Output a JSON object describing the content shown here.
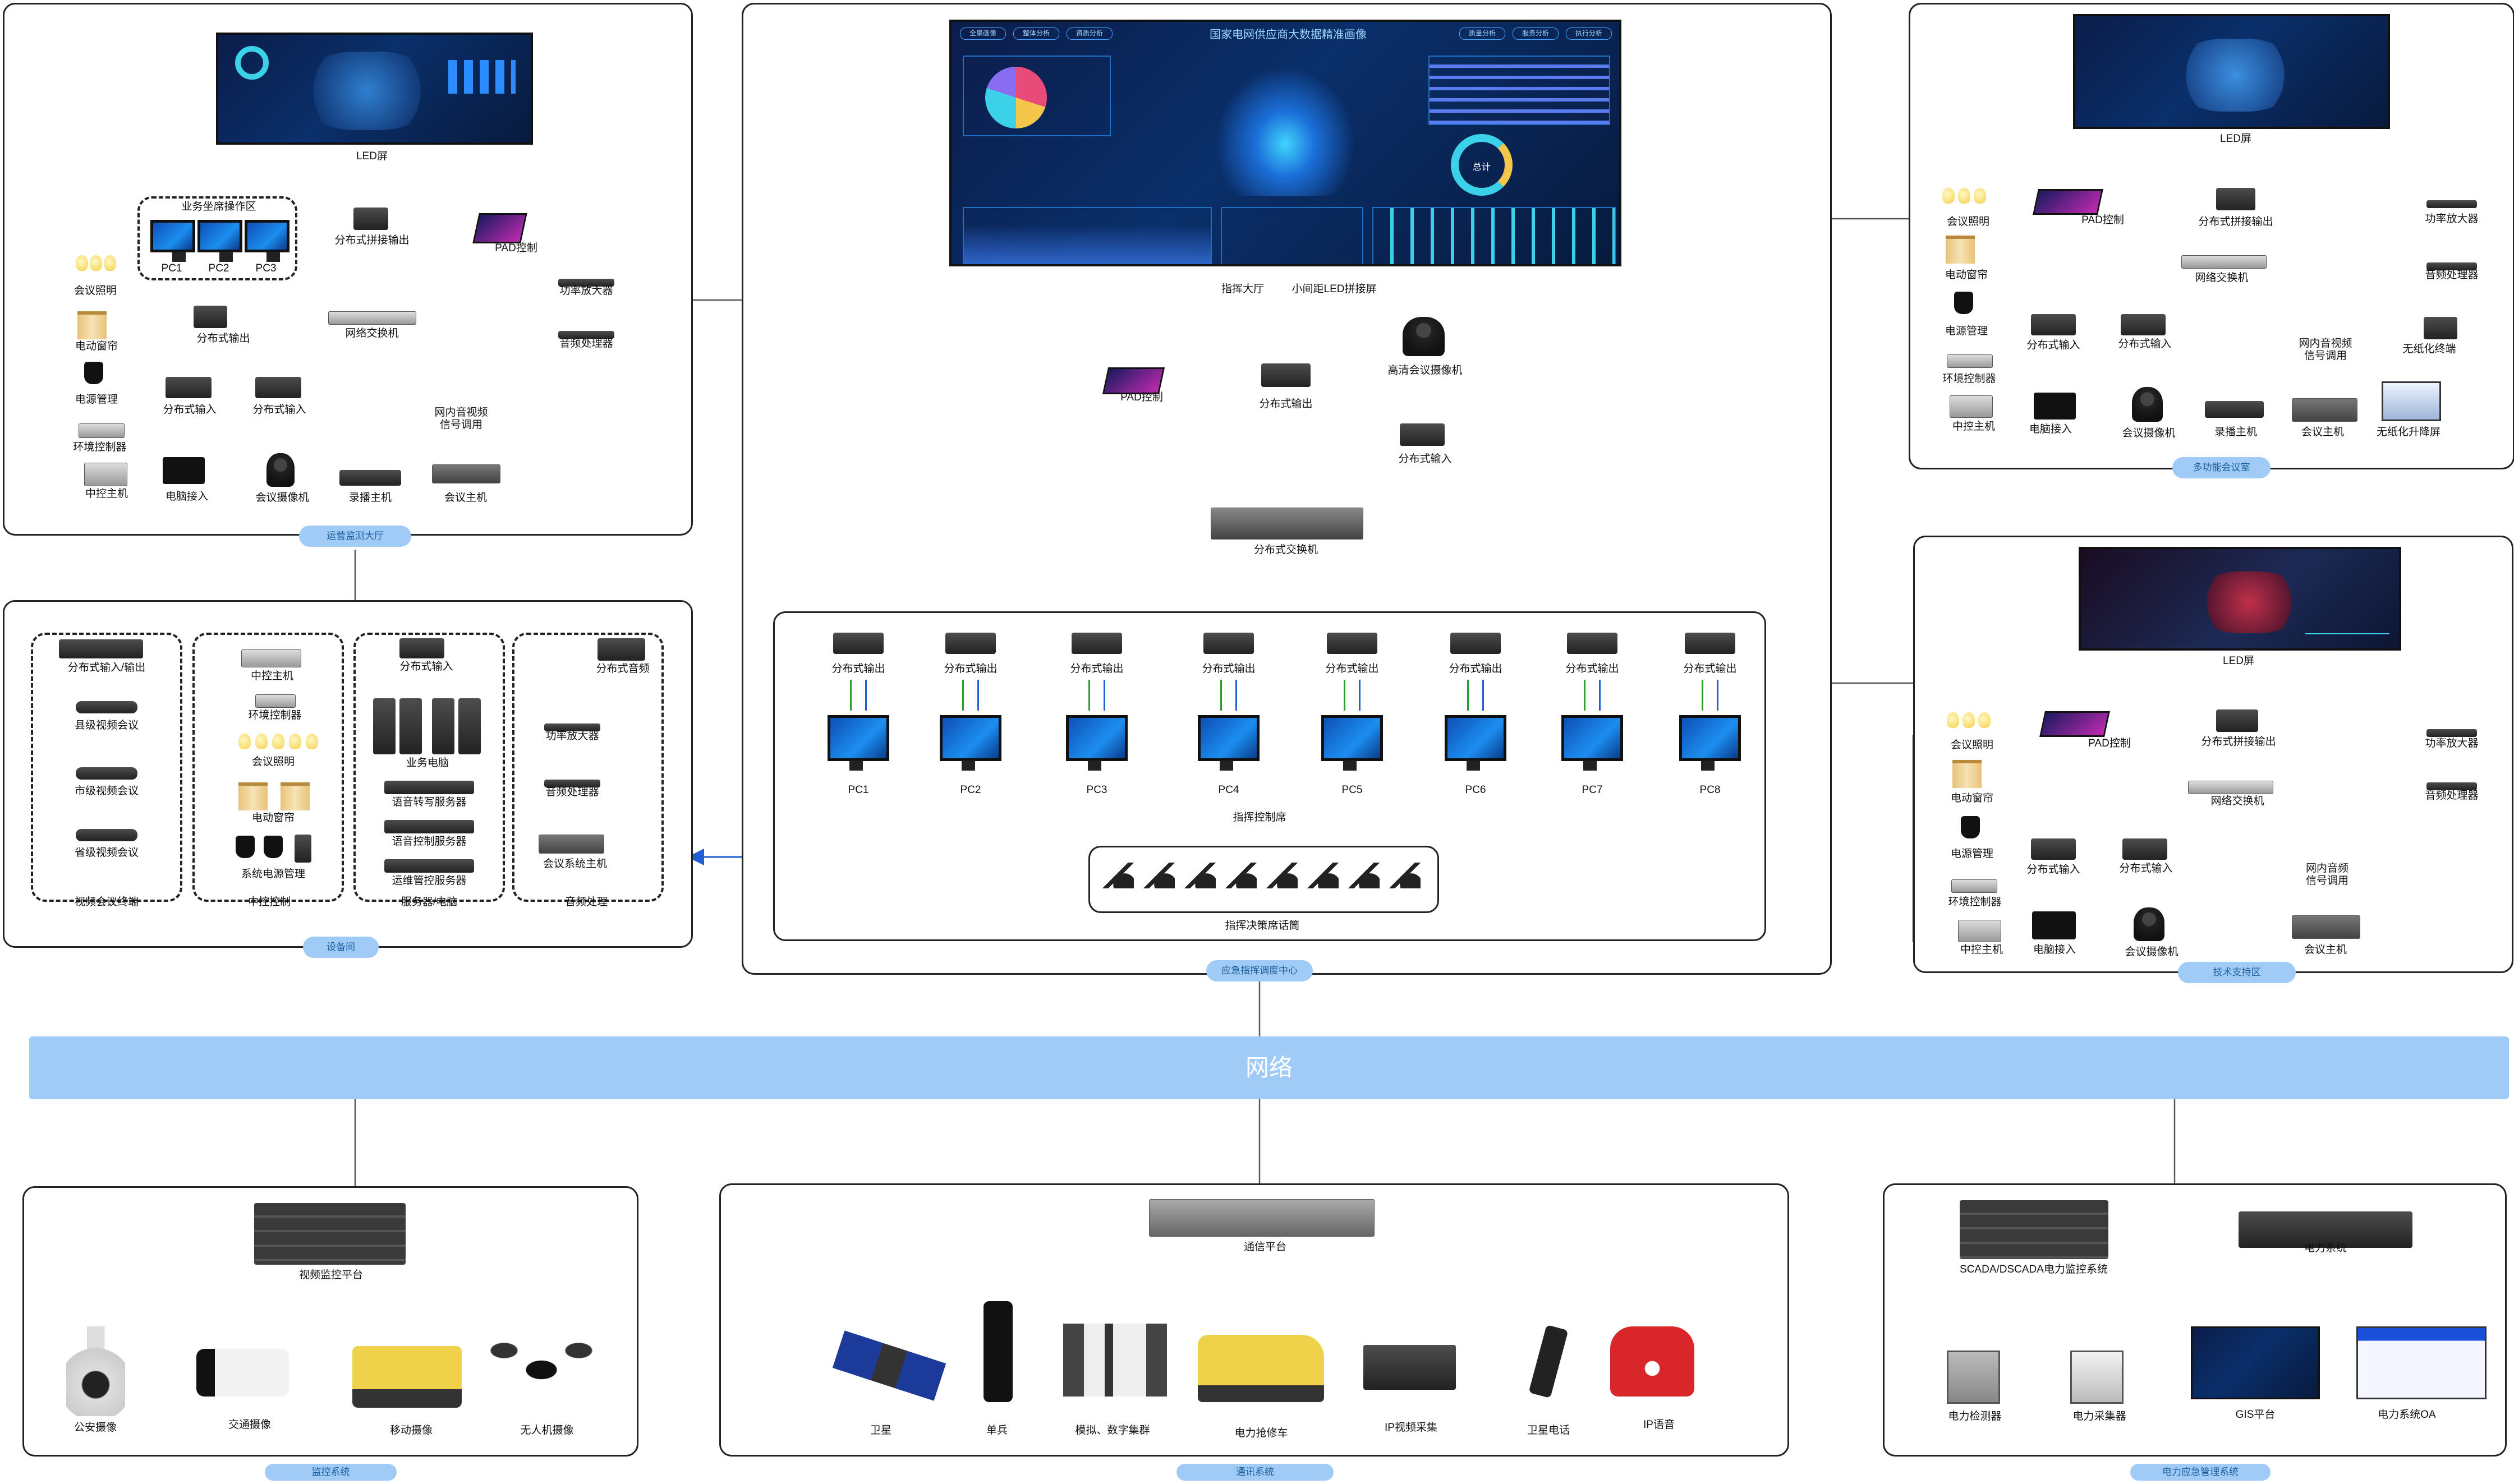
{
  "network": {
    "label": "网络"
  },
  "sections": {
    "monitor_hall": "运营监测大厅",
    "command_center": "应急指挥调度中心",
    "multi_meeting": "多功能会议室",
    "tech_support": "技术支持区",
    "equipment_room": "设备间",
    "monitor_system": "监控系统",
    "comm_system": "通讯系统",
    "power_system": "电力应急管理系统"
  },
  "dashboard": {
    "title": "国家电网供应商大数据精准画像",
    "tabs_left": [
      "全景画像",
      "整体分析",
      "资质分析"
    ],
    "tabs_right": [
      "质量分析",
      "服务分析",
      "执行分析"
    ],
    "center_label": "总计",
    "caption_left": "指挥大厅",
    "caption_right": "小间距LED拼接屏"
  },
  "left_hall": {
    "led": "LED屏",
    "seat_area": "业务坐席操作区",
    "pcs": [
      "PC1",
      "PC2",
      "PC3"
    ],
    "dist_out": "分布式输出",
    "splice_out": "分布式拼接输出",
    "pad": "PAD控制",
    "switch": "网络交换机",
    "amp": "功率放大器",
    "audio": "音频处理器",
    "light": "会议照明",
    "curtain": "电动窗帘",
    "power": "电源管理",
    "env": "环境控制器",
    "central": "中控主机",
    "in1": "分布式输入",
    "in2": "分布式输入",
    "laptop": "电脑接入",
    "camera": "会议摄像机",
    "recorder": "录播主机",
    "meeting_host": "会议主机",
    "intranet": "网内音视频信号调用"
  },
  "center": {
    "pad": "PAD控制",
    "dist_out": "分布式输出",
    "hd_cam": "高清会议摄像机",
    "dist_in": "分布式输入",
    "dist_switch": "分布式交换机",
    "out_label": "分布式输出",
    "pcs": [
      "PC1",
      "PC2",
      "PC3",
      "PC4",
      "PC5",
      "PC6",
      "PC7",
      "PC8"
    ],
    "seats": "指挥控制席",
    "decision": "指挥决策席话筒"
  },
  "multi": {
    "led": "LED屏",
    "light": "会议照明",
    "pad": "PAD控制",
    "splice_out": "分布式拼接输出",
    "amp": "功率放大器",
    "curtain": "电动窗帘",
    "switch": "网络交换机",
    "audio": "音频处理器",
    "power": "电源管理",
    "in1": "分布式输入",
    "in2": "分布式输入",
    "intranet": "网内音视频信号调用",
    "paperless": "无纸化终端",
    "env": "环境控制器",
    "central": "中控主机",
    "laptop": "电脑接入",
    "camera": "会议摄像机",
    "recorder": "录播主机",
    "meeting_host": "会议主机",
    "lift_screen": "无纸化升降屏"
  },
  "tech": {
    "led": "LED屏",
    "light": "会议照明",
    "pad": "PAD控制",
    "splice_out": "分布式拼接输出",
    "amp": "功率放大器",
    "curtain": "电动窗帘",
    "switch": "网络交换机",
    "audio": "音频处理器",
    "power": "电源管理",
    "in1": "分布式输入",
    "in2": "分布式输入",
    "intranet": "网内音频信号调用",
    "env": "环境控制器",
    "central": "中控主机",
    "laptop": "电脑接入",
    "camera": "会议摄像机",
    "meeting_host": "会议主机"
  },
  "equip": {
    "g1_top": "分布式输入/输出",
    "county": "县级视频会议",
    "city": "市级视频会议",
    "province": "省级视频会议",
    "g1_title": "视频会议终端",
    "central": "中控主机",
    "env": "环境控制器",
    "light": "会议照明",
    "curtain": "电动窗帘",
    "power_mgmt": "系统电源管理",
    "g2_title": "中控控制",
    "dist_in": "分布式输入",
    "biz_pc": "业务电脑",
    "voice_srv": "语音转写服务器",
    "voice_ctrl": "语音控制服务器",
    "ops_srv": "运维管控服务器",
    "g3_title": "服务器/电脑",
    "dist_audio": "分布式音频",
    "amp": "功率放大器",
    "audio": "音频处理器",
    "conf_host": "会议系统主机",
    "g4_title": "音频处理"
  },
  "bottom_left": {
    "platform": "视频监控平台",
    "items": [
      "公安摄像",
      "交通摄像",
      "移动摄像",
      "无人机摄像"
    ]
  },
  "bottom_mid": {
    "platform": "通信平台",
    "items": [
      "卫星",
      "单兵",
      "模拟、数字集群",
      "电力抢修车",
      "IP视频采集",
      "卫星电话",
      "IP语音"
    ]
  },
  "bottom_right": {
    "scada": "SCADA/DSCADA电力监控系统",
    "power_sys": "电力系统",
    "items": [
      "电力检测器",
      "电力采集器",
      "GIS平台",
      "电力系统OA"
    ]
  },
  "colors": {
    "network": "#9fcbf6",
    "arrow_green": "#2a9d2a",
    "arrow_blue": "#1f5fd1",
    "line": "#555555"
  }
}
